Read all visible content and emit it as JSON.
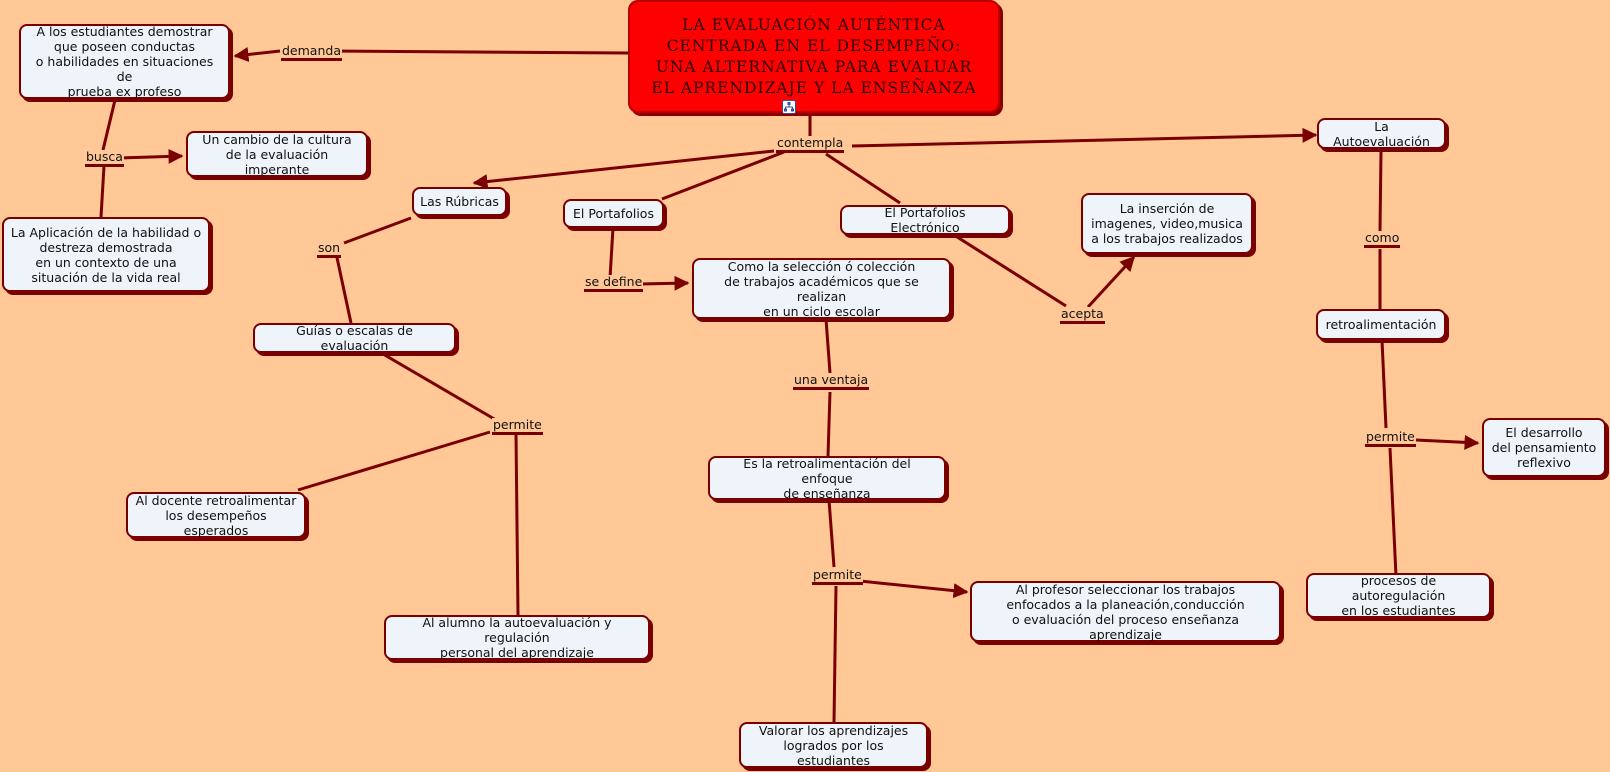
{
  "title": "LA EVALUACIÓN AUTÉNTICA\nCENTRADA EN EL DESEMPEÑO:\nUNA ALTERNATIVA PARA EVALUAR\nEL APRENDIZAJE Y LA ENSEÑANZA",
  "concepts": {
    "demostrar": "A los estudiantes demostrar\nque poseen conductas\no habilidades en situaciones de\nprueba ex profeso",
    "cambio": "Un cambio  de la cultura\nde la evaluación imperante",
    "aplicacion": "La Aplicación de la habilidad  o\ndestreza demostrada\nen un contexto de una\nsituación de la vida real",
    "rubricas": "Las Rúbricas",
    "guias": "Guías o escalas de evaluación",
    "docente": "Al docente retroalimentar\nlos desempeños esperados",
    "alumno": "Al alumno la autoevaluación y regulación\npersonal del aprendizaje",
    "portafolios": "El Portafolios",
    "seleccion": "Como la selección  ó colección\nde trabajos académicos que se realizan\nen un ciclo escolar",
    "retro_enfoque": "Es la retroalimentación del enfoque\nde enseñanza",
    "profesor": "Al profesor seleccionar los trabajos\nenfocados a la planeación,conducción\no evaluación del proceso enseñanza aprendizaje",
    "valorar": "Valorar los aprendizajes\nlogrados por los estudiantes",
    "electronico": "El Portafolios Electrónico",
    "insercion": "La inserción de\nimagenes, video,musica\na los trabajos realizados",
    "autoevaluacion": "La Autoevaluación",
    "retroalimentacion": "retroalimentación",
    "desarrollo": "El desarrollo\ndel pensamiento\nreflexivo",
    "procesos": "procesos de autoregulación\nen los estudiantes"
  },
  "links": {
    "demanda": "demanda",
    "busca": "busca",
    "contempla": "contempla",
    "son": "son",
    "permite_rubricas": "permite",
    "se_define": "se define",
    "una_ventaja": "una ventaja",
    "permite_portafolios": "permite",
    "acepta": "acepta",
    "como": "como",
    "permite_auto": "permite"
  },
  "icons": {
    "map": "concept-map-icon"
  },
  "colors": {
    "background": "#ffc896",
    "line": "#7a0000",
    "root": "#ff0000",
    "node_fill": "#eef4fa"
  }
}
